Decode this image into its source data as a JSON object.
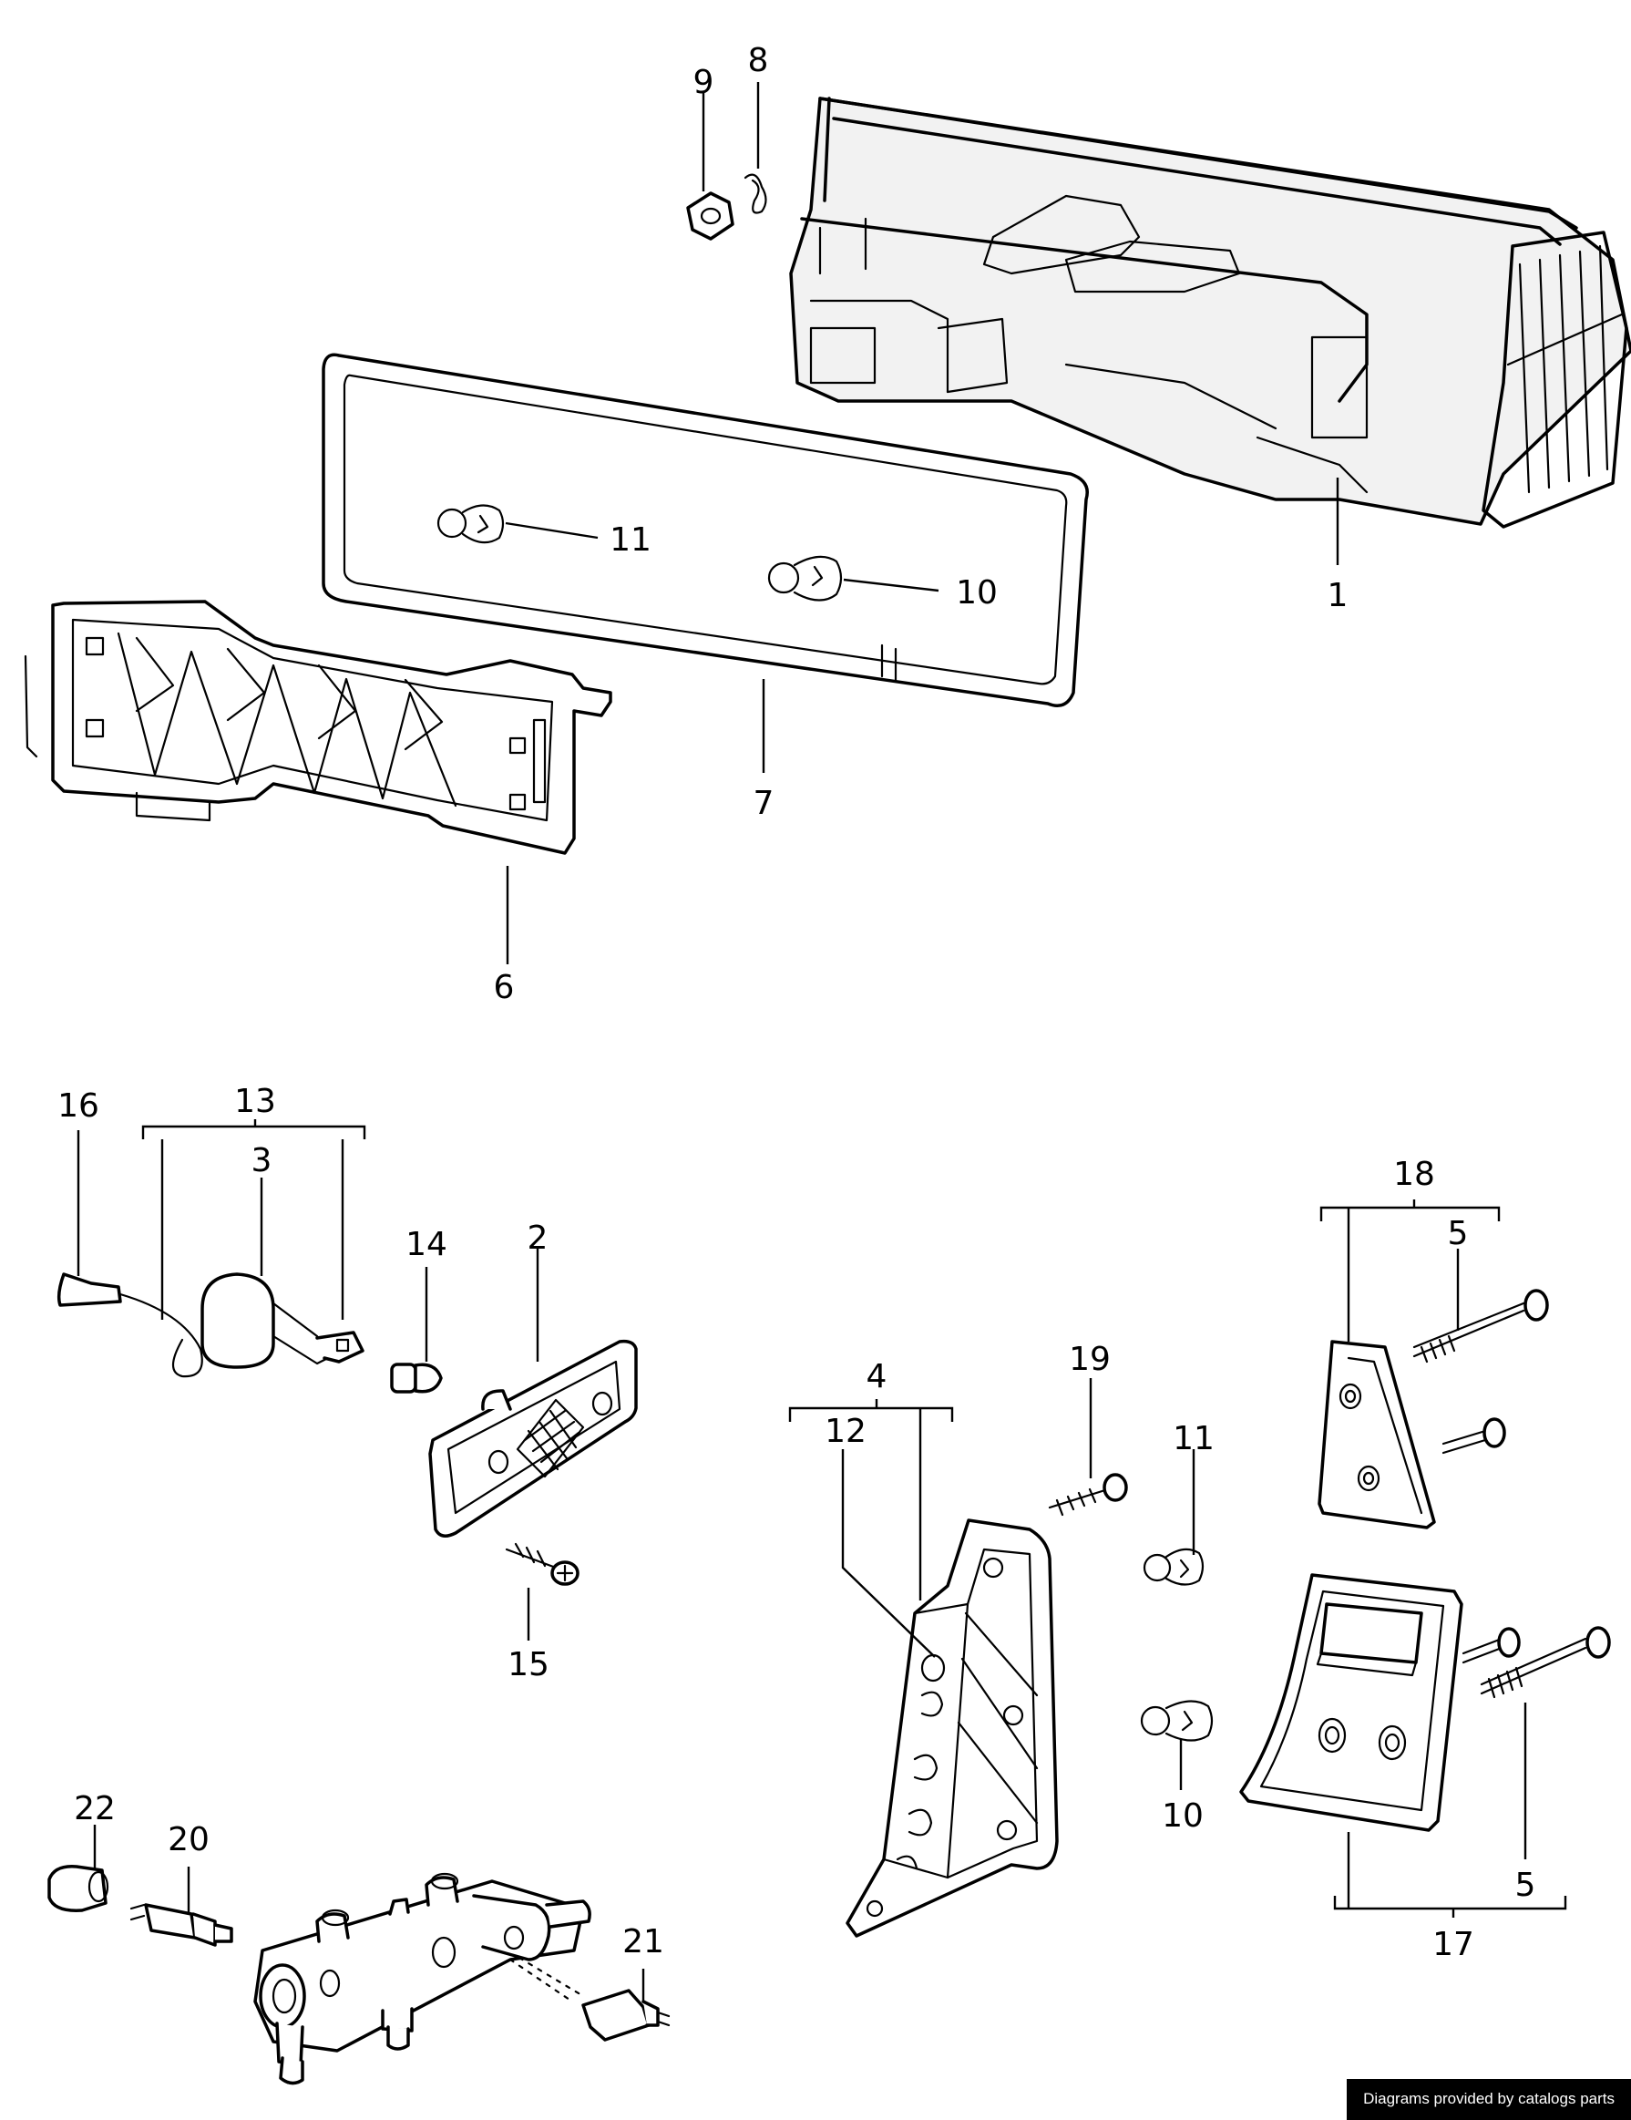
{
  "callouts": {
    "c1": "1",
    "c2": "2",
    "c3": "3",
    "c4": "4",
    "c5a": "5",
    "c5b": "5",
    "c6": "6",
    "c7": "7",
    "c8": "8",
    "c9": "9",
    "c10a": "10",
    "c10b": "10",
    "c11a": "11",
    "c11b": "11",
    "c12": "12",
    "c13": "13",
    "c14": "14",
    "c15": "15",
    "c16": "16",
    "c17": "17",
    "c18": "18",
    "c19": "19",
    "c20": "20",
    "c21": "21",
    "c22": "22"
  },
  "footer": {
    "credit": "Diagrams provided by catalogs parts"
  }
}
